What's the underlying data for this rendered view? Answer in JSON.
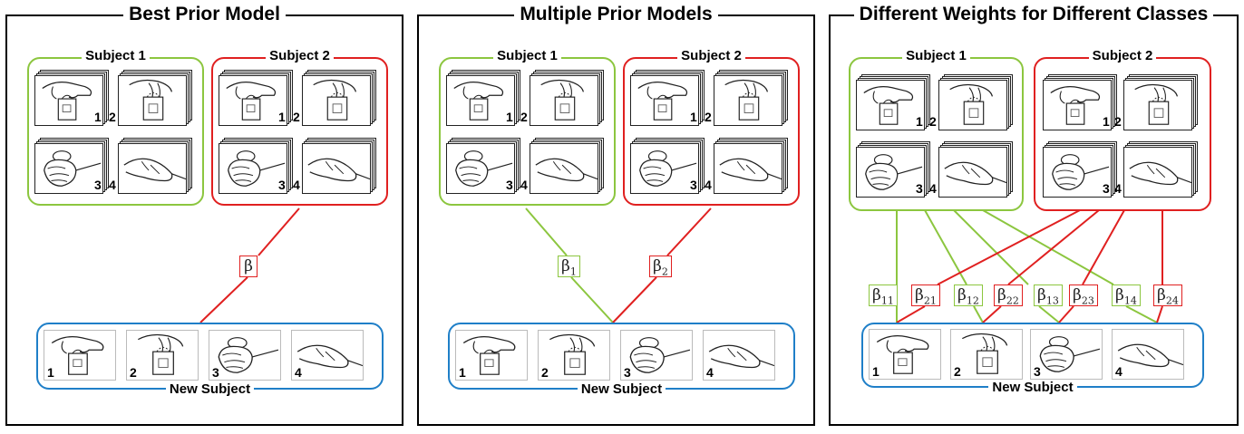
{
  "panels": [
    {
      "title": "Best Prior Model",
      "subjects": [
        "Subject 1",
        "Subject 2"
      ],
      "new_subject": "New Subject",
      "betas": [
        {
          "symbol": "β",
          "sub": "",
          "color": "red"
        }
      ]
    },
    {
      "title": "Multiple Prior Models",
      "subjects": [
        "Subject 1",
        "Subject 2"
      ],
      "new_subject": "New Subject",
      "betas": [
        {
          "symbol": "β",
          "sub": "1",
          "color": "green"
        },
        {
          "symbol": "β",
          "sub": "2",
          "color": "red"
        }
      ]
    },
    {
      "title": "Different Weights for Different Classes",
      "subjects": [
        "Subject 1",
        "Subject 2"
      ],
      "new_subject": "New Subject",
      "betas": [
        {
          "symbol": "β",
          "sub": "11",
          "color": "green"
        },
        {
          "symbol": "β",
          "sub": "21",
          "color": "red"
        },
        {
          "symbol": "β",
          "sub": "12",
          "color": "green"
        },
        {
          "symbol": "β",
          "sub": "22",
          "color": "red"
        },
        {
          "symbol": "β",
          "sub": "13",
          "color": "green"
        },
        {
          "symbol": "β",
          "sub": "23",
          "color": "red"
        },
        {
          "symbol": "β",
          "sub": "14",
          "color": "green"
        },
        {
          "symbol": "β",
          "sub": "24",
          "color": "red"
        }
      ]
    }
  ],
  "class_numbers": [
    "1",
    "2",
    "3",
    "4"
  ],
  "colors": {
    "subject1": "#8cc63f",
    "subject2": "#e02020",
    "new_subject": "#1f7fc8"
  },
  "icons": [
    "hand-holding-bag-icon",
    "hand-gripping-bag-icon",
    "hand-squeezing-ball-icon",
    "open-hand-icon"
  ]
}
